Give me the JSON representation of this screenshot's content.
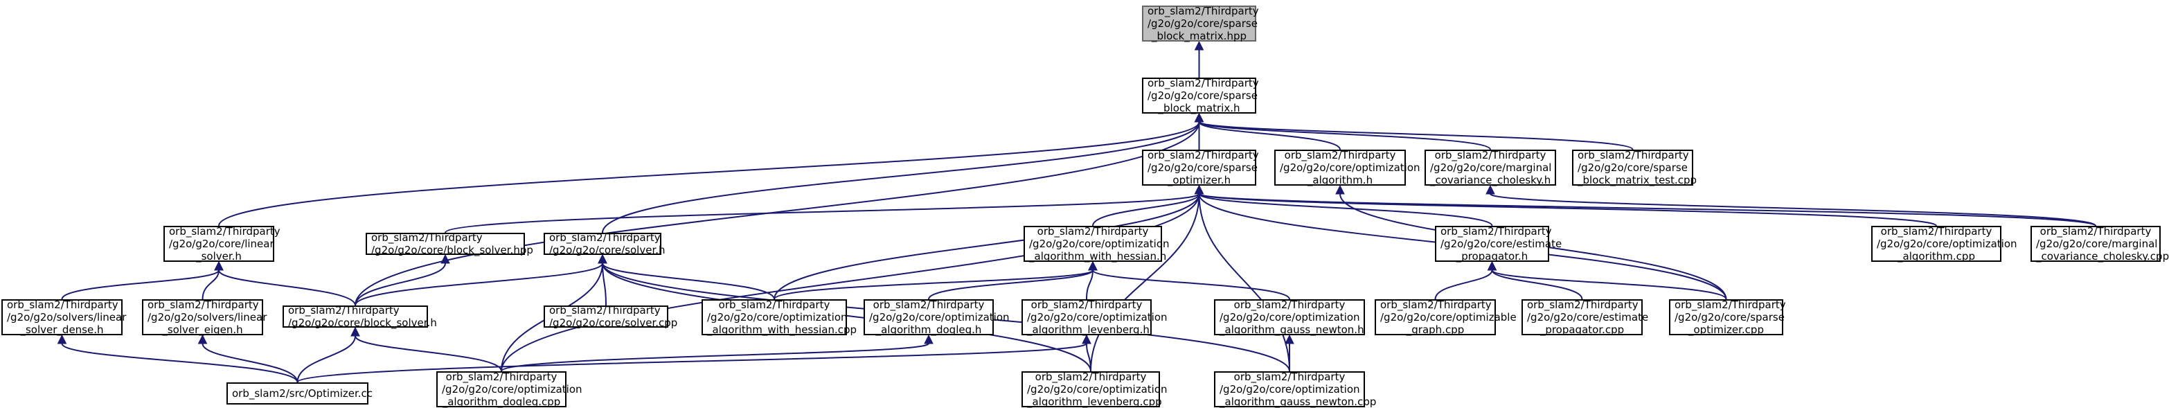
{
  "colors": {
    "edge": "#191970",
    "root_fill": "#bfbfbf",
    "node_fill": "#ffffff",
    "border": "#000000"
  },
  "nodes": {
    "sparse_block_matrix_hpp": [
      "orb_slam2/Thirdparty",
      "/g2o/g2o/core/sparse",
      "_block_matrix.hpp"
    ],
    "sparse_block_matrix_h": [
      "orb_slam2/Thirdparty",
      "/g2o/g2o/core/sparse",
      "_block_matrix.h"
    ],
    "sparse_optimizer_h": [
      "orb_slam2/Thirdparty",
      "/g2o/g2o/core/sparse",
      "_optimizer.h"
    ],
    "optimization_algorithm_h": [
      "orb_slam2/Thirdparty",
      "/g2o/g2o/core/optimization",
      "_algorithm.h"
    ],
    "marginal_covariance_cholesky_h": [
      "orb_slam2/Thirdparty",
      "/g2o/g2o/core/marginal",
      "_covariance_cholesky.h"
    ],
    "sparse_block_matrix_test_cpp": [
      "orb_slam2/Thirdparty",
      "/g2o/g2o/core/sparse",
      "_block_matrix_test.cpp"
    ],
    "linear_solver_h": [
      "orb_slam2/Thirdparty",
      "/g2o/g2o/core/linear",
      "_solver.h"
    ],
    "block_solver_hpp": [
      "orb_slam2/Thirdparty",
      "/g2o/g2o/core/block_solver.hpp"
    ],
    "solver_h": [
      "orb_slam2/Thirdparty",
      "/g2o/g2o/core/solver.h"
    ],
    "optimization_algorithm_with_hessian_h": [
      "orb_slam2/Thirdparty",
      "/g2o/g2o/core/optimization",
      "_algorithm_with_hessian.h"
    ],
    "estimate_propagator_h": [
      "orb_slam2/Thirdparty",
      "/g2o/g2o/core/estimate",
      "_propagator.h"
    ],
    "optimization_algorithm_cpp": [
      "orb_slam2/Thirdparty",
      "/g2o/g2o/core/optimization",
      "_algorithm.cpp"
    ],
    "marginal_covariance_cholesky_cpp": [
      "orb_slam2/Thirdparty",
      "/g2o/g2o/core/marginal",
      "_covariance_cholesky.cpp"
    ],
    "linear_solver_dense_h": [
      "orb_slam2/Thirdparty",
      "/g2o/g2o/solvers/linear",
      "_solver_dense.h"
    ],
    "linear_solver_eigen_h": [
      "orb_slam2/Thirdparty",
      "/g2o/g2o/solvers/linear",
      "_solver_eigen.h"
    ],
    "block_solver_h": [
      "orb_slam2/Thirdparty",
      "/g2o/g2o/core/block_solver.h"
    ],
    "solver_cpp": [
      "orb_slam2/Thirdparty",
      "/g2o/g2o/core/solver.cpp"
    ],
    "optimization_algorithm_with_hessian_cpp": [
      "orb_slam2/Thirdparty",
      "/g2o/g2o/core/optimization",
      "_algorithm_with_hessian.cpp"
    ],
    "optimization_algorithm_dogleg_h": [
      "orb_slam2/Thirdparty",
      "/g2o/g2o/core/optimization",
      "_algorithm_dogleg.h"
    ],
    "optimization_algorithm_levenberg_h": [
      "orb_slam2/Thirdparty",
      "/g2o/g2o/core/optimization",
      "_algorithm_levenberg.h"
    ],
    "optimization_algorithm_gauss_newton_h": [
      "orb_slam2/Thirdparty",
      "/g2o/g2o/core/optimization",
      "_algorithm_gauss_newton.h"
    ],
    "optimizable_graph_cpp": [
      "orb_slam2/Thirdparty",
      "/g2o/g2o/core/optimizable",
      "_graph.cpp"
    ],
    "estimate_propagator_cpp": [
      "orb_slam2/Thirdparty",
      "/g2o/g2o/core/estimate",
      "_propagator.cpp"
    ],
    "sparse_optimizer_cpp": [
      "orb_slam2/Thirdparty",
      "/g2o/g2o/core/sparse",
      "_optimizer.cpp"
    ],
    "optimizer_cc": [
      "orb_slam2/src/Optimizer.cc"
    ],
    "optimization_algorithm_dogleg_cpp": [
      "orb_slam2/Thirdparty",
      "/g2o/g2o/core/optimization",
      "_algorithm_dogleg.cpp"
    ],
    "optimization_algorithm_levenberg_cpp": [
      "orb_slam2/Thirdparty",
      "/g2o/g2o/core/optimization",
      "_algorithm_levenberg.cpp"
    ],
    "optimization_algorithm_gauss_newton_cpp": [
      "orb_slam2/Thirdparty",
      "/g2o/g2o/core/optimization",
      "_algorithm_gauss_newton.cpp"
    ]
  },
  "edges": [
    [
      "sparse_block_matrix_h",
      "sparse_block_matrix_hpp"
    ],
    [
      "sparse_optimizer_h",
      "sparse_block_matrix_h"
    ],
    [
      "optimization_algorithm_h",
      "sparse_block_matrix_h"
    ],
    [
      "marginal_covariance_cholesky_h",
      "sparse_block_matrix_h"
    ],
    [
      "sparse_block_matrix_test_cpp",
      "sparse_block_matrix_h"
    ],
    [
      "linear_solver_h",
      "sparse_block_matrix_h"
    ],
    [
      "solver_h",
      "sparse_block_matrix_h"
    ],
    [
      "block_solver_h",
      "sparse_block_matrix_h"
    ],
    [
      "block_solver_hpp",
      "sparse_optimizer_h"
    ],
    [
      "optimization_algorithm_with_hessian_h",
      "sparse_optimizer_h"
    ],
    [
      "estimate_propagator_h",
      "sparse_optimizer_h"
    ],
    [
      "optimization_algorithm_cpp",
      "sparse_optimizer_h"
    ],
    [
      "marginal_covariance_cholesky_cpp",
      "sparse_optimizer_h"
    ],
    [
      "optimization_algorithm_with_hessian_cpp",
      "sparse_optimizer_h"
    ],
    [
      "sparse_optimizer_cpp",
      "sparse_optimizer_h"
    ],
    [
      "optimization_algorithm_dogleg_cpp",
      "sparse_optimizer_h"
    ],
    [
      "optimization_algorithm_levenberg_cpp",
      "sparse_optimizer_h"
    ],
    [
      "optimization_algorithm_gauss_newton_cpp",
      "sparse_optimizer_h"
    ],
    [
      "sparse_optimizer_cpp",
      "optimization_algorithm_h"
    ],
    [
      "marginal_covariance_cholesky_cpp",
      "marginal_covariance_cholesky_h"
    ],
    [
      "linear_solver_dense_h",
      "linear_solver_h"
    ],
    [
      "linear_solver_eigen_h",
      "linear_solver_h"
    ],
    [
      "block_solver_h",
      "linear_solver_h"
    ],
    [
      "block_solver_h",
      "block_solver_hpp"
    ],
    [
      "block_solver_h",
      "solver_h"
    ],
    [
      "solver_cpp",
      "solver_h"
    ],
    [
      "optimization_algorithm_with_hessian_cpp",
      "solver_h"
    ],
    [
      "optimization_algorithm_dogleg_cpp",
      "solver_h"
    ],
    [
      "optimization_algorithm_levenberg_cpp",
      "solver_h"
    ],
    [
      "optimization_algorithm_gauss_newton_cpp",
      "solver_h"
    ],
    [
      "optimization_algorithm_with_hessian_cpp",
      "optimization_algorithm_with_hessian_h"
    ],
    [
      "optimization_algorithm_dogleg_h",
      "optimization_algorithm_with_hessian_h"
    ],
    [
      "optimization_algorithm_levenberg_h",
      "optimization_algorithm_with_hessian_h"
    ],
    [
      "optimization_algorithm_gauss_newton_h",
      "optimization_algorithm_with_hessian_h"
    ],
    [
      "optimizable_graph_cpp",
      "estimate_propagator_h"
    ],
    [
      "estimate_propagator_cpp",
      "estimate_propagator_h"
    ],
    [
      "sparse_optimizer_cpp",
      "estimate_propagator_h"
    ],
    [
      "optimizer_cc",
      "linear_solver_dense_h"
    ],
    [
      "optimizer_cc",
      "linear_solver_eigen_h"
    ],
    [
      "optimizer_cc",
      "block_solver_h"
    ],
    [
      "optimization_algorithm_dogleg_cpp",
      "block_solver_h"
    ],
    [
      "optimizer_cc",
      "optimization_algorithm_levenberg_h"
    ],
    [
      "optimization_algorithm_dogleg_cpp",
      "optimization_algorithm_dogleg_h"
    ],
    [
      "optimization_algorithm_levenberg_cpp",
      "optimization_algorithm_levenberg_h"
    ],
    [
      "optimization_algorithm_gauss_newton_cpp",
      "optimization_algorithm_gauss_newton_h"
    ]
  ]
}
